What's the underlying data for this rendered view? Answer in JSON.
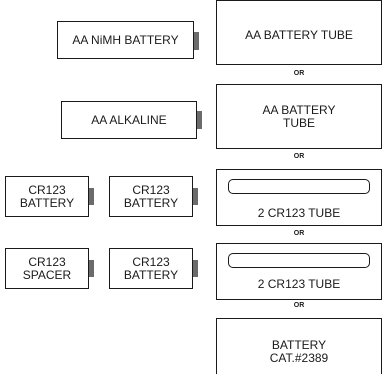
{
  "left_items": {
    "aa_nimh": "AA NiMH BATTERY",
    "aa_alkaline": "AA ALKALINE",
    "cr123_battery_1": "CR123\nBATTERY",
    "cr123_battery_2": "CR123\nBATTERY",
    "cr123_spacer": "CR123\nSPACER",
    "cr123_battery_3": "CR123\nBATTERY"
  },
  "right_items": {
    "aa_battery_tube_1": "AA BATTERY TUBE",
    "aa_battery_tube_2": "AA BATTERY\nTUBE",
    "cr123_tube_1": "2 CR123 TUBE",
    "cr123_tube_2": "2 CR123 TUBE",
    "battery_pack": "BATTERY\nCAT.#2389"
  },
  "separator": "OR"
}
